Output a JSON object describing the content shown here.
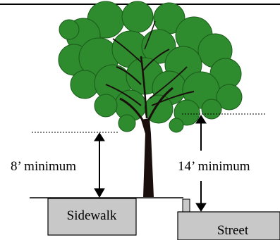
{
  "labels": {
    "sidewalk_clearance": "8’ minimum",
    "street_clearance": "14’ minimum",
    "sidewalk": "Sidewalk",
    "street": "Street"
  },
  "colors": {
    "foliage": "#2e8b2e",
    "trunk": "#1a0f0c",
    "pavement": "#c8c8c8",
    "line": "#000000"
  }
}
